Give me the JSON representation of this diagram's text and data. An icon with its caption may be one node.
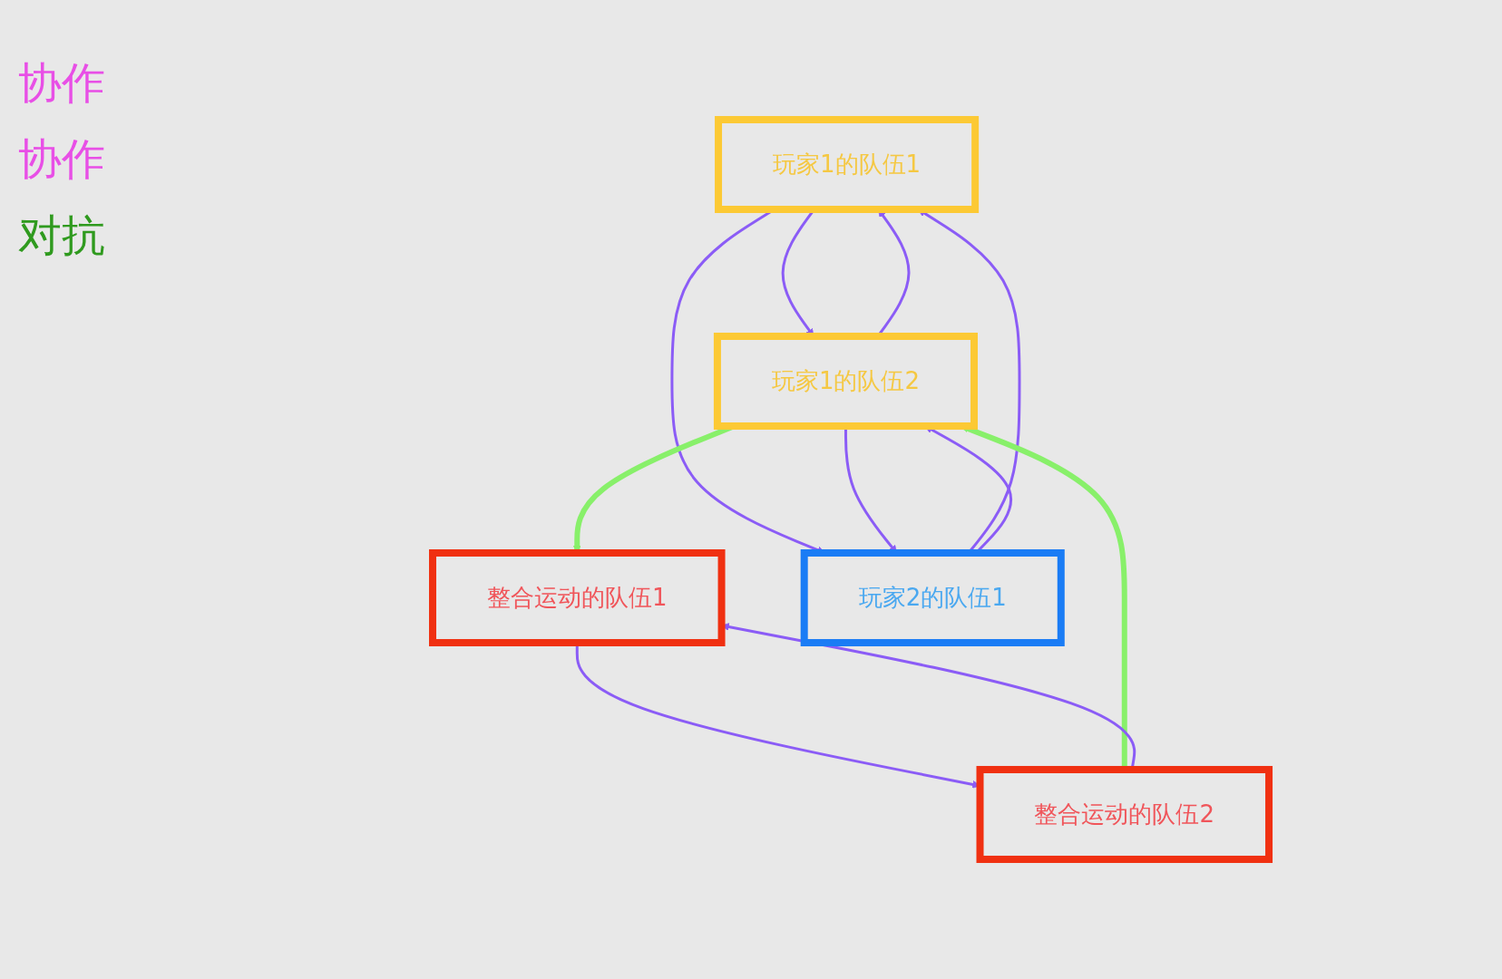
{
  "diagram": {
    "nodes": [
      {
        "text": [
          "玩家1的队伍1"
        ]
      },
      {
        "text": [
          "玩家1的队伍2"
        ]
      },
      {
        "text": [
          "整合运动的队伍1"
        ]
      },
      {
        "text": [
          "玩家2的队伍1"
        ]
      },
      {
        "text": [
          "整合运动的队伍2"
        ]
      }
    ],
    "edges": [
      {
        "from": 0,
        "to": 1,
        "arrow": "to"
      },
      {
        "from": 1,
        "to": 0,
        "arrow": "to"
      },
      {
        "from": 0,
        "to": 3,
        "arrow": "to"
      },
      {
        "from": 3,
        "to": 0,
        "arrow": "to"
      },
      {
        "from": 3,
        "to": 1,
        "arrow": "to"
      },
      {
        "from": 1,
        "to": 3,
        "arrow": "to"
      },
      {
        "from": 1,
        "to": 2,
        "arrow": "to",
        "style": "thick",
        "color": "#88f06a"
      },
      {
        "from": 4,
        "to": 1,
        "arrow": "to",
        "style": "thick",
        "color": "#88f06a"
      },
      {
        "from": 4,
        "to": 2,
        "arrow": "to"
      },
      {
        "from": 2,
        "to": 4,
        "arrow": "to"
      }
    ],
    "labels": [
      "协作",
      "协作",
      "对抗"
    ]
  }
}
